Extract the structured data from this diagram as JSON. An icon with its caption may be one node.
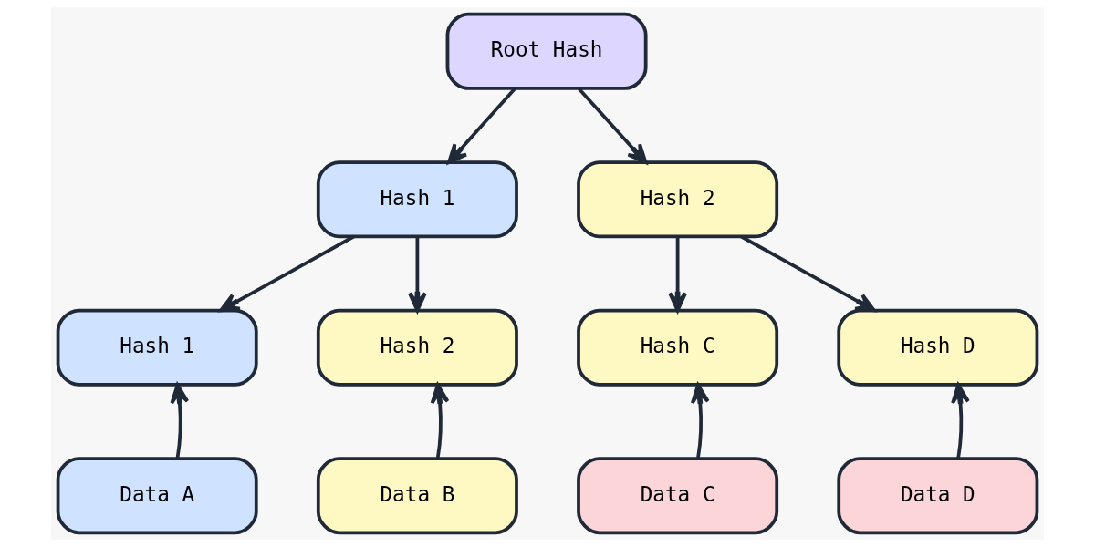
{
  "diagram": {
    "nodes": [
      {
        "text": [
          "Root Hash"
        ]
      },
      {
        "text": [
          "Hash 1"
        ]
      },
      {
        "text": [
          "Hash 2"
        ]
      },
      {
        "text": [
          "Hash 1"
        ]
      },
      {
        "text": [
          "Hash 2"
        ]
      },
      {
        "text": [
          "Hash C"
        ]
      },
      {
        "text": [
          "Hash D"
        ]
      },
      {
        "text": [
          "Data A"
        ]
      },
      {
        "text": [
          "Data B"
        ]
      },
      {
        "text": [
          "Data C"
        ]
      },
      {
        "text": [
          "Data D"
        ]
      }
    ],
    "edges": [
      {
        "from": 0,
        "to": 1,
        "arrow": "to"
      },
      {
        "from": 0,
        "to": 2,
        "arrow": "to"
      },
      {
        "from": 1,
        "to": 3,
        "arrow": "to"
      },
      {
        "from": 1,
        "to": 4,
        "arrow": "to"
      },
      {
        "from": 2,
        "to": 5,
        "arrow": "to"
      },
      {
        "from": 2,
        "to": 6,
        "arrow": "to"
      },
      {
        "from": 7,
        "to": 3,
        "arrow": "to"
      },
      {
        "from": 8,
        "to": 4,
        "arrow": "to"
      },
      {
        "from": 9,
        "to": 5,
        "arrow": "to"
      },
      {
        "from": 10,
        "to": 6,
        "arrow": "to"
      }
    ]
  }
}
